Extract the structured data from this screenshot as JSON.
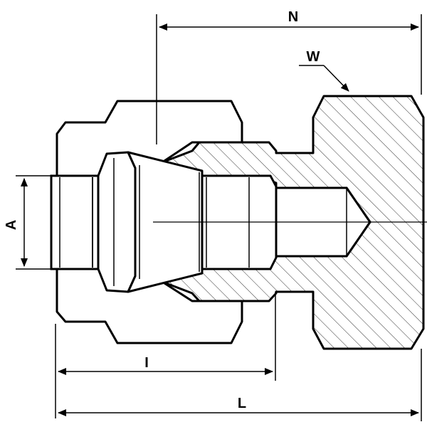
{
  "dimensions": {
    "n_label": "N",
    "w_label": "W",
    "a_label": "A",
    "i_label": "I",
    "l_label": "L"
  },
  "colors": {
    "line": "#000000",
    "hatch": "#000000",
    "background": "#ffffff"
  }
}
